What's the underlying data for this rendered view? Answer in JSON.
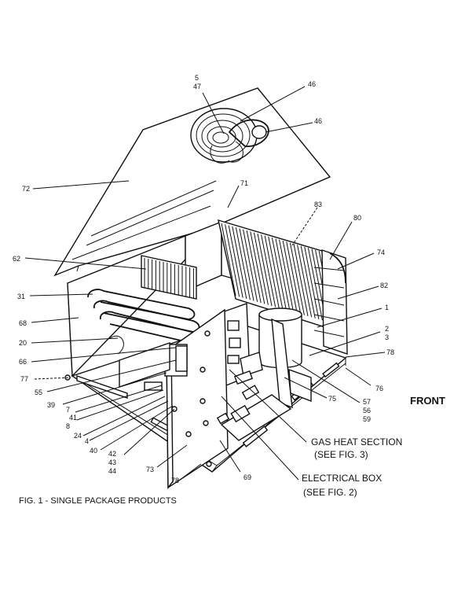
{
  "diagram": {
    "part_labels": {
      "l5": "5",
      "l47": "47",
      "l46a": "46",
      "l46b": "46",
      "l72": "72",
      "l71": "71",
      "l83": "83",
      "l80": "80",
      "l74": "74",
      "l62": "62",
      "l82": "82",
      "l31": "31",
      "l1": "1",
      "l68": "68",
      "l2": "2",
      "l3": "3",
      "l20": "20",
      "l78a": "78",
      "l66": "66",
      "l77": "77",
      "l76": "76",
      "l55": "55",
      "l39": "39",
      "l57": "57",
      "l56": "56",
      "l59": "59",
      "l7": "7",
      "l41": "41",
      "l8": "8",
      "l75": "75",
      "l24": "24",
      "l4": "4",
      "l40": "40",
      "l42": "42",
      "l43": "43",
      "l44": "44",
      "l73": "73",
      "l78b": "78",
      "l69": "69"
    },
    "callouts": {
      "gas_heat_line1": "GAS HEAT SECTION",
      "gas_heat_line2": "(SEE FIG. 3)",
      "electrical_line1": "ELECTRICAL BOX",
      "electrical_line2": "(SEE FIG. 2)"
    },
    "front_label": "FRONT",
    "caption": "FIG. 1 - SINGLE PACKAGE PRODUCTS"
  }
}
